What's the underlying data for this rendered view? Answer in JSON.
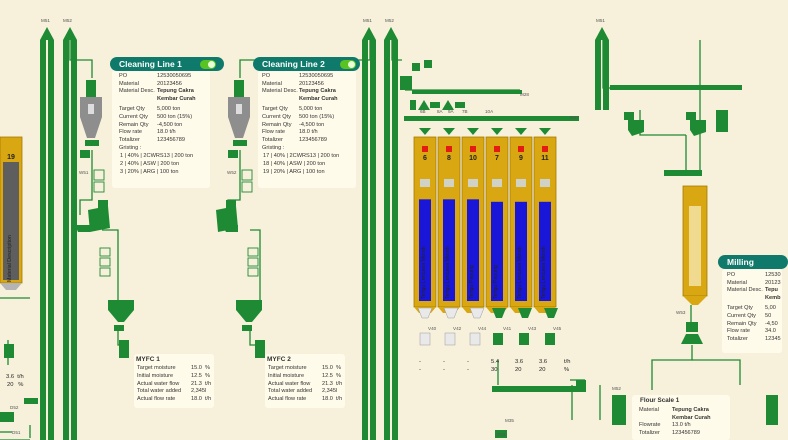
{
  "cleaning_line_1": {
    "title": "Cleaning Line 1",
    "fields": [
      {
        "label": "PO",
        "value": "12530050695"
      },
      {
        "label": "Material",
        "value": "20123456"
      },
      {
        "label": "Material Desc.",
        "value": "Tepung Cakra"
      },
      {
        "label": "",
        "value": "Kembar Curah"
      },
      {
        "label": "Target Qty",
        "value": "5,000 ton"
      },
      {
        "label": "Current Qty",
        "value": "500 ton   (15%)"
      },
      {
        "label": "Remain Qty",
        "value": "-4,500 ton"
      },
      {
        "label": "Flow rate",
        "value": "18.0 t/h"
      },
      {
        "label": "Totalizer",
        "value": "123456789"
      }
    ],
    "gristing_label": "Gristing :",
    "gristing": [
      "1 | 40% | 2CWRS13 | 200 ton",
      "2 | 40% | ASW | 200 ton",
      "3 | 20% | ARG | 100 ton"
    ]
  },
  "cleaning_line_2": {
    "title": "Cleaning Line 2",
    "fields": [
      {
        "label": "PO",
        "value": "12530050695"
      },
      {
        "label": "Material",
        "value": "20123456"
      },
      {
        "label": "Material Desc.",
        "value": "Tepung Cakra"
      },
      {
        "label": "",
        "value": "Kembar Curah"
      },
      {
        "label": "Target Qty",
        "value": "5,000 ton"
      },
      {
        "label": "Current Qty",
        "value": "500 ton   (15%)"
      },
      {
        "label": "Remain Qty",
        "value": "-4,500 ton"
      },
      {
        "label": "Flow rate",
        "value": "18.0 t/h"
      },
      {
        "label": "Totalizer",
        "value": "123456789"
      }
    ],
    "gristing_label": "Gristing :",
    "gristing": [
      "17 | 40% | 2CWRS13 | 200 ton",
      "18 | 40% | ASW | 200 ton",
      "19 | 20% | ARG | 100 ton"
    ]
  },
  "myfc_1": {
    "title": "MYFC 1",
    "rows": [
      {
        "label": "Target moisture",
        "value": "15.0",
        "unit": "%"
      },
      {
        "label": "Initial moisture",
        "value": "12.5",
        "unit": "%"
      },
      {
        "label": "Actual water flow",
        "value": "21.3",
        "unit": "t/h"
      },
      {
        "label": "Total water added",
        "value": "2,345",
        "unit": "l"
      },
      {
        "label": "Actual flow rate",
        "value": "18.0",
        "unit": "t/h"
      }
    ]
  },
  "myfc_2": {
    "title": "MYFC 2",
    "rows": [
      {
        "label": "Target moisture",
        "value": "15.0",
        "unit": "%"
      },
      {
        "label": "Initial moisture",
        "value": "12.5",
        "unit": "%"
      },
      {
        "label": "Actual water flow",
        "value": "21.3",
        "unit": "t/h"
      },
      {
        "label": "Total water added",
        "value": "2,345",
        "unit": "l"
      },
      {
        "label": "Actual flow rate",
        "value": "18.0",
        "unit": "t/h"
      }
    ]
  },
  "milling": {
    "title": "Milling",
    "fields": [
      {
        "label": "PO",
        "value": "12530"
      },
      {
        "label": "Material",
        "value": "20123"
      },
      {
        "label": "Material Desc.",
        "value": "Tepu"
      },
      {
        "label": "",
        "value": "Kemb"
      },
      {
        "label": "Target Qty",
        "value": "5,00"
      },
      {
        "label": "Current Qty",
        "value": "50"
      },
      {
        "label": "Remain Qty",
        "value": "-4,50"
      },
      {
        "label": "Flow rate",
        "value": "34.0"
      },
      {
        "label": "Totalizer",
        "value": "12345"
      }
    ]
  },
  "flour_scale_1": {
    "title": "Flour Scale 1",
    "fields": [
      {
        "label": "Material",
        "value": "Tepung Cakra"
      },
      {
        "label": "",
        "value": "Kembar Curah"
      },
      {
        "label": "Flowrate",
        "value": "13.0  t/h"
      },
      {
        "label": "Totalizer",
        "value": "123456789"
      }
    ]
  },
  "left_bin": {
    "number": "19",
    "desc": "Material Description"
  },
  "bins": [
    {
      "number": "6",
      "desc": "Terigu Lencana Merah",
      "level": 0.82
    },
    {
      "number": "8",
      "desc": "Terigu Lencana Merah",
      "level": 0.82
    },
    {
      "number": "10",
      "desc": "Terigu Payung",
      "level": 0.82
    },
    {
      "number": "7",
      "desc": "Terigu Payung",
      "level": 0.8
    },
    {
      "number": "9",
      "desc": "Terigu Lencana Merah",
      "level": 0.8
    },
    {
      "number": "11",
      "desc": "Terigu Lencana Merah",
      "level": 0.8
    }
  ],
  "left_flow": {
    "value": "3.6",
    "unit": "t/h",
    "pct": "20",
    "pct_unit": "%"
  },
  "bin_flows": {
    "rates": [
      "-",
      "-",
      "-",
      "5.4",
      "3.6",
      "3.6"
    ],
    "pcts": [
      "-",
      "-",
      "-",
      "30",
      "20",
      "20"
    ],
    "units": [
      "t/h",
      "%"
    ]
  },
  "tags": {
    "m51": "M51",
    "m52": "M52",
    "m51b": "M51",
    "m52b": "M52",
    "m51c": "M51",
    "w51": "W51",
    "w52": "W52",
    "w53": "W53",
    "m28": "M28",
    "m27": "M27",
    "m35": "M35",
    "m52c": "M52",
    "d52": "D52",
    "d51": "D51",
    "d52b": "D52",
    "b6": "6B",
    "b7": "7B",
    "b8": "8A",
    "b9": "9A",
    "b10": "10A",
    "v40": "V40",
    "v42": "V42",
    "v44": "V44",
    "v41": "V41",
    "v43": "V43",
    "v45": "V45"
  },
  "colors": {
    "pipe": "#1f8a34",
    "bin": "#d8a712",
    "wheat": "#1a16d8",
    "panel_header": "#0f7a6c",
    "machine_grey": "#8e8e8e",
    "bg": "#f7f1dc"
  }
}
